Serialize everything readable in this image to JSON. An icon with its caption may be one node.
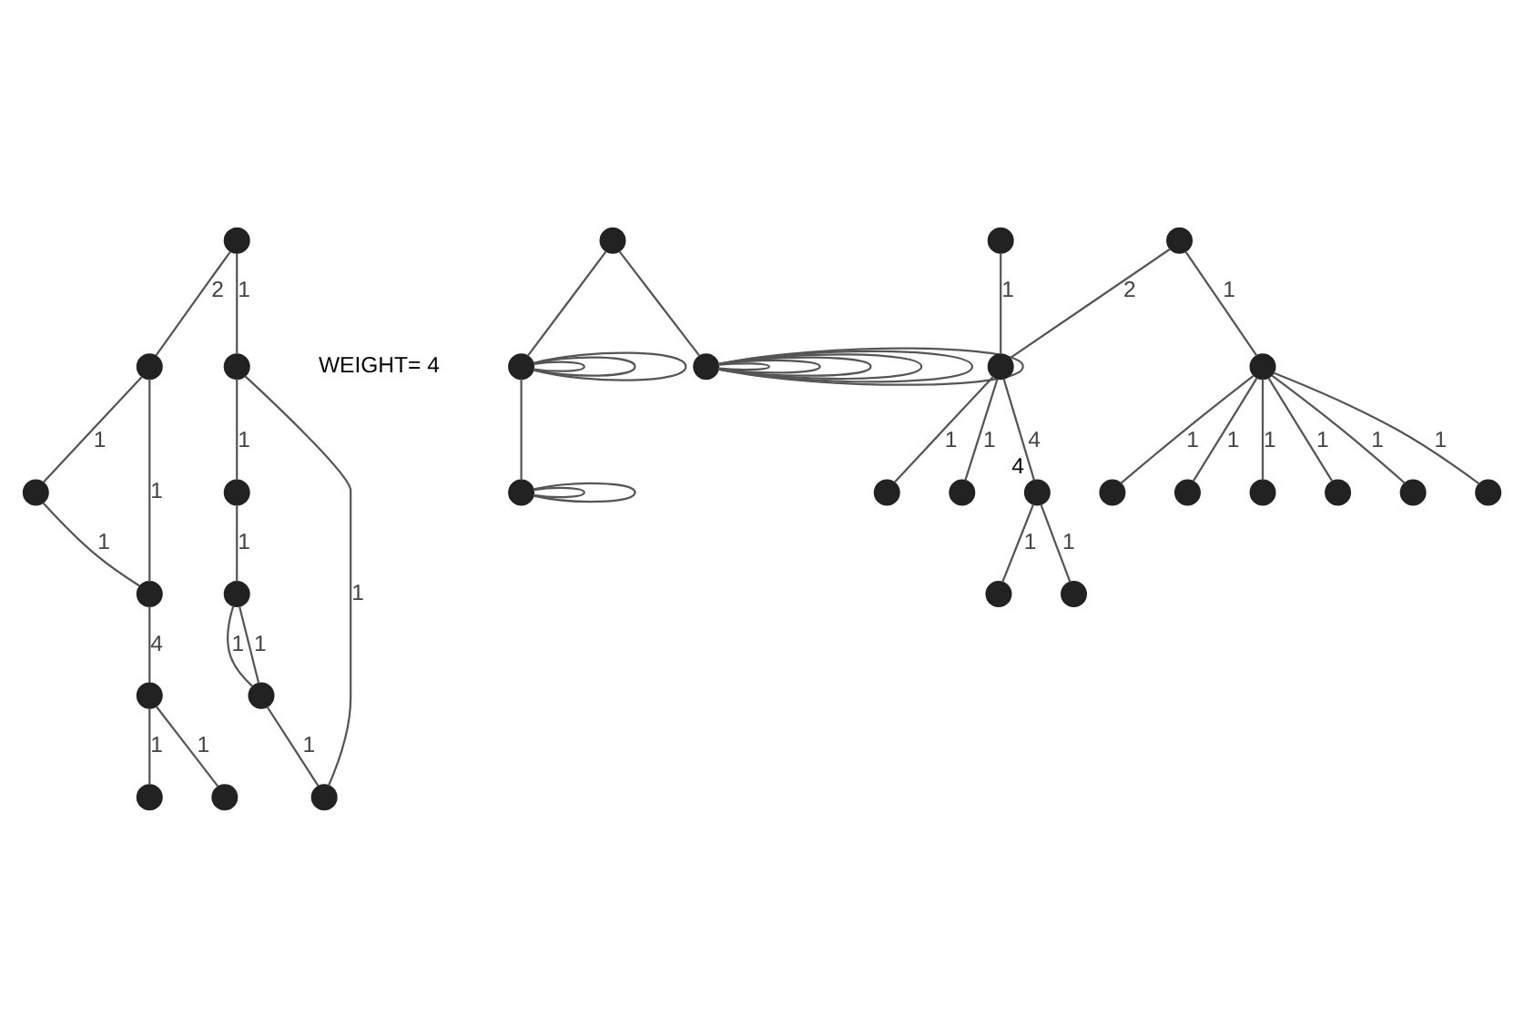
{
  "diagram": {
    "nodes": [
      {
        "text": [],
        "shape": "circle"
      },
      {
        "text": [],
        "shape": "circle"
      },
      {
        "text": [],
        "shape": "circle"
      },
      {
        "text": [],
        "shape": "circle"
      },
      {
        "text": [],
        "shape": "circle"
      },
      {
        "text": [],
        "shape": "circle"
      },
      {
        "text": [],
        "shape": "circle"
      },
      {
        "text": [],
        "shape": "circle"
      },
      {
        "text": [],
        "shape": "circle"
      },
      {
        "text": [],
        "shape": "circle"
      },
      {
        "text": [],
        "shape": "circle"
      },
      {
        "text": [],
        "shape": "circle"
      },
      {
        "text": [],
        "shape": "circle"
      },
      {
        "text": [],
        "shape": "circle"
      },
      {
        "text": [],
        "shape": "circle"
      },
      {
        "text": [],
        "shape": "circle"
      },
      {
        "text": [],
        "shape": "circle"
      },
      {
        "text": [],
        "shape": "circle"
      },
      {
        "text": [],
        "shape": "circle"
      },
      {
        "text": [],
        "shape": "circle"
      },
      {
        "text": [],
        "shape": "circle"
      },
      {
        "text": [],
        "shape": "circle"
      },
      {
        "text": [],
        "shape": "circle"
      },
      {
        "text": [],
        "shape": "circle"
      },
      {
        "text": [],
        "shape": "circle"
      },
      {
        "text": [],
        "shape": "circle"
      },
      {
        "text": [],
        "shape": "circle"
      },
      {
        "text": [],
        "shape": "circle"
      },
      {
        "text": [],
        "shape": "circle"
      },
      {
        "text": [],
        "shape": "circle"
      },
      {
        "text": [],
        "shape": "circle",
        "beside": [
          "4"
        ]
      }
    ],
    "edges": [
      {
        "from": 0,
        "to": 1,
        "arrow": "none",
        "label": "2"
      },
      {
        "from": 1,
        "to": 2,
        "arrow": "none",
        "label": "1"
      },
      {
        "from": 0,
        "to": 3,
        "arrow": "none",
        "label": "1"
      },
      {
        "from": 1,
        "to": 8,
        "arrow": "none",
        "label": "1"
      },
      {
        "from": 2,
        "to": 8,
        "arrow": "none",
        "label": "1"
      },
      {
        "from": 3,
        "to": 4,
        "arrow": "none",
        "label": "1"
      },
      {
        "from": 3,
        "to": 7,
        "arrow": "none",
        "label": "1"
      },
      {
        "from": 4,
        "to": 5,
        "arrow": "none",
        "label": "1"
      },
      {
        "from": 5,
        "to": 6,
        "arrow": "none",
        "label": "1"
      },
      {
        "from": 6,
        "to": 7,
        "arrow": "none",
        "label": "1"
      },
      {
        "from": 5,
        "to": 6,
        "arrow": "none",
        "label": "1"
      },
      {
        "from": 8,
        "to": 9,
        "arrow": "none",
        "label": "4"
      },
      {
        "from": 9,
        "to": 10,
        "arrow": "none",
        "label": "1"
      },
      {
        "from": 9,
        "to": 11,
        "arrow": "none",
        "label": "1"
      },
      {
        "from": 12,
        "to": 13,
        "arrow": "none"
      },
      {
        "from": 12,
        "to": 14,
        "arrow": "none"
      },
      {
        "from": 14,
        "to": 14,
        "arrow": "none"
      },
      {
        "from": 14,
        "to": 14,
        "arrow": "none"
      },
      {
        "from": 14,
        "to": 14,
        "arrow": "none"
      },
      {
        "from": 14,
        "to": 14,
        "arrow": "none"
      },
      {
        "from": 14,
        "to": 14,
        "arrow": "none"
      },
      {
        "from": 14,
        "to": 14,
        "arrow": "none"
      },
      {
        "from": 13,
        "to": 13,
        "arrow": "none"
      },
      {
        "from": 13,
        "to": 13,
        "arrow": "none"
      },
      {
        "from": 13,
        "to": 13,
        "arrow": "none"
      },
      {
        "from": 13,
        "to": 15,
        "arrow": "none"
      },
      {
        "from": 15,
        "to": 15,
        "arrow": "none"
      },
      {
        "from": 15,
        "to": 15,
        "arrow": "none"
      },
      {
        "from": 16,
        "to": 19,
        "arrow": "none",
        "label": "1"
      },
      {
        "from": 19,
        "to": 17,
        "arrow": "none",
        "label": "1"
      },
      {
        "from": 18,
        "to": 19,
        "arrow": "none",
        "label": "2"
      },
      {
        "from": 19,
        "to": 22,
        "arrow": "none",
        "label": "1"
      },
      {
        "from": 18,
        "to": 23,
        "arrow": "none",
        "label": "1"
      },
      {
        "from": 23,
        "to": 20,
        "arrow": "none",
        "label": "1"
      },
      {
        "from": 23,
        "to": 21,
        "arrow": "none",
        "label": "1"
      },
      {
        "from": 23,
        "to": 24,
        "arrow": "none",
        "label": "1"
      },
      {
        "from": 23,
        "to": 25,
        "arrow": "none",
        "label": "1"
      },
      {
        "from": 23,
        "to": 26,
        "arrow": "none",
        "label": "1"
      },
      {
        "from": 23,
        "to": 27,
        "arrow": "none",
        "label": "1"
      },
      {
        "from": 19,
        "to": 30,
        "arrow": "none",
        "label": "4"
      },
      {
        "from": 30,
        "to": 28,
        "arrow": "none",
        "label": "1"
      },
      {
        "from": 30,
        "to": 29,
        "arrow": "none",
        "label": "1"
      }
    ],
    "labels": [
      "WEIGHT= 4"
    ]
  }
}
